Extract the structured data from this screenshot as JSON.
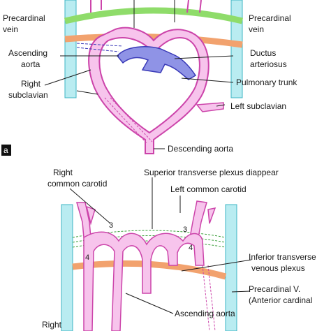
{
  "panel_a": {
    "panel_letter": "a",
    "labels": {
      "precardinal_vein_left_1": "Precardinal",
      "precardinal_vein_left_2": "vein",
      "precardinal_vein_right_1": "Precardinal",
      "precardinal_vein_right_2": "vein",
      "ascending_aorta_1": "Ascending",
      "ascending_aorta_2": "aorta",
      "right_subclavian_1": "Right",
      "right_subclavian_2": "subclavian",
      "ductus_arteriosus_1": "Ductus",
      "ductus_arteriosus_2": "arteriosus",
      "pulmonary_trunk": "Pulmonary trunk",
      "left_subclavian": "Left subclavian",
      "descending_aorta": "Descending aorta"
    }
  },
  "panel_b": {
    "labels": {
      "right_common_carotid_1": "Right",
      "right_common_carotid_2": "common carotid",
      "superior_plexus": "Superior transverse plexus diappear",
      "left_common_carotid": "Left common carotid",
      "inferior_plexus_1": "Inferior transverse",
      "inferior_plexus_2": "venous plexus",
      "ascending_aorta": "Ascending aorta",
      "precardinal_v_1": "Precardinal V.",
      "precardinal_v_2": "(Anterior cardinal",
      "right_bottom": "Right"
    },
    "arch_numbers": {
      "left_3": "3",
      "right_3": "3",
      "left_4": "4",
      "right_4": "4"
    }
  },
  "colors": {
    "artery_fill": "#f7c4ec",
    "artery_stroke": "#cc44aa",
    "vein_cyan": "#b9ecf1",
    "vein_cyan_stroke": "#3db5c4",
    "green_vessel": "#8fdc6a",
    "orange_plexus": "#f2a26e",
    "pulmonary_blue": "#8f93e6",
    "pulmonary_stroke": "#3a3ab8",
    "green_dash": "#3a9e3a"
  }
}
